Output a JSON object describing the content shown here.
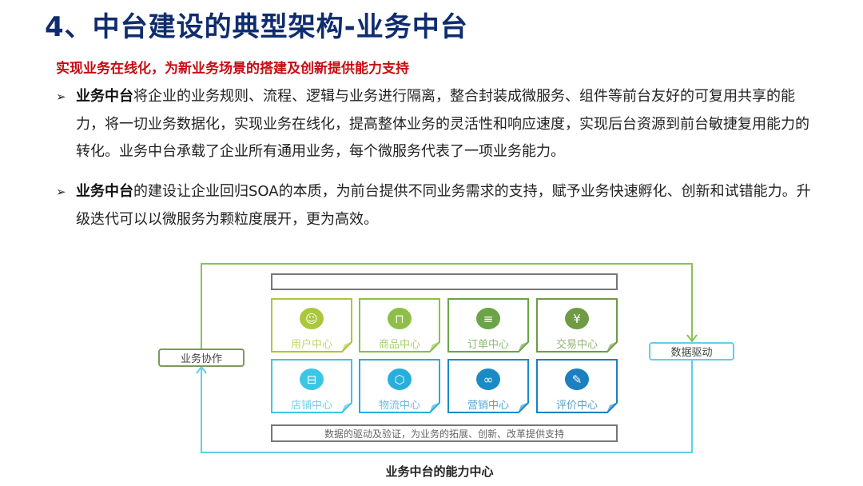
{
  "title": "4、中台建设的典型架构-业务中台",
  "subtitle": "实现业务在线化，为新业务场景的搭建及创新提供能力支持",
  "bullets": [
    {
      "bold": "业务中台",
      "text": "将企业的业务规则、流程、逻辑与业务进行隔离，整合封装成微服务、组件等前台友好的可复用共享的能力，将一切业务数据化，实现业务在线化，提高整体业务的灵活性和响应速度，实现后台资源到前台敏捷复用能力的转化。业务中台承载了企业所有通用业务，每个微服务代表了一项业务能力。"
    },
    {
      "bold": "业务中台",
      "text": "的建设让企业回归SOA的本质，为前台提供不同业务需求的支持，赋予业务快速孵化、创新和试错能力。升级迭代可以以微服务为颗粒度展开，更为高效。"
    }
  ],
  "diagram": {
    "left_tag": "业务协作",
    "right_tag": "数据驱动",
    "bottom_bar": "数据的驱动及验证，为业务的拓展、创新、改革提供支持",
    "caption": "业务中台的能力中心",
    "cards": [
      {
        "label": "用户中心",
        "icon": "user-icon",
        "color": "#a9c83c"
      },
      {
        "label": "商品中心",
        "icon": "shopping-bag-icon",
        "color": "#8cbf47"
      },
      {
        "label": "订单中心",
        "icon": "clipboard-icon",
        "color": "#6aa446"
      },
      {
        "label": "交易中心",
        "icon": "money-bag-icon",
        "color": "#6e9b44"
      },
      {
        "label": "店铺中心",
        "icon": "store-icon",
        "color": "#3cc6e6"
      },
      {
        "label": "物流中心",
        "icon": "package-icon",
        "color": "#27aedc"
      },
      {
        "label": "营销中心",
        "icon": "grid-icon",
        "color": "#1a8bc6"
      },
      {
        "label": "评价中心",
        "icon": "edit-icon",
        "color": "#1b7fc0"
      }
    ],
    "line_colors": {
      "green": "#8dc05a",
      "blue": "#5fd0e6"
    }
  }
}
